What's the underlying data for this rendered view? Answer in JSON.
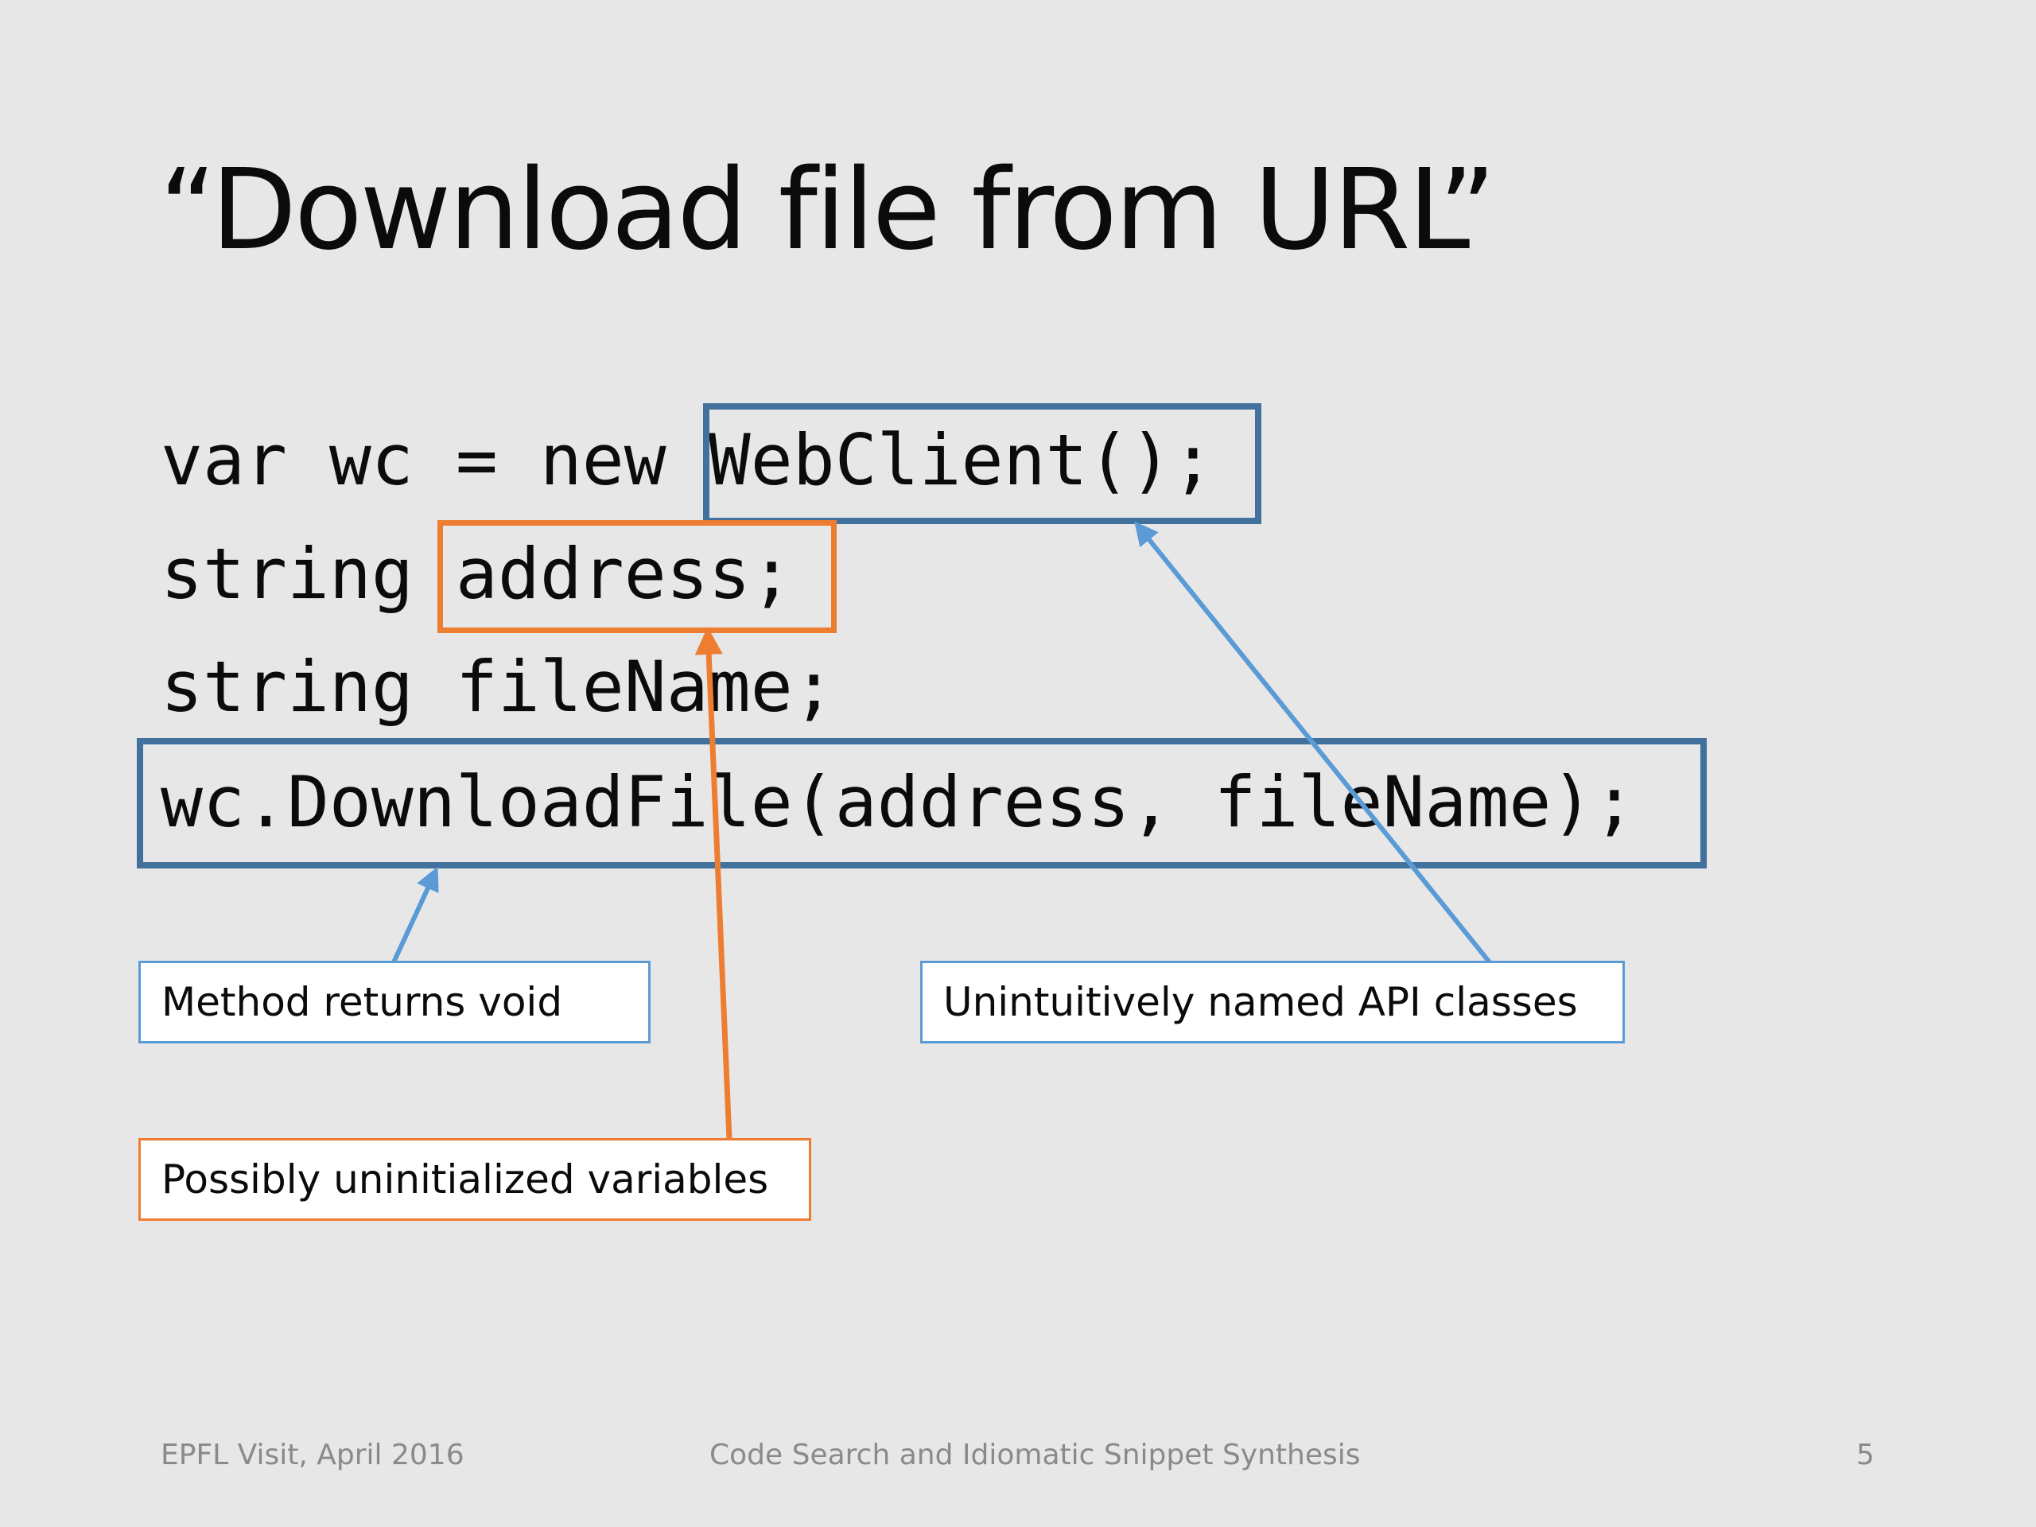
{
  "slide": {
    "title": "“Download file from URL”",
    "code_lines": [
      "var wc = new WebClient();",
      "string address;",
      "string fileName;",
      "wc.DownloadFile(address, fileName);"
    ],
    "callouts": {
      "method": "Method returns void",
      "api": "Unintuitively named API classes",
      "vars": "Possibly uninitialized variables"
    },
    "footer": {
      "left": "EPFL Visit, April 2016",
      "center": "Code Search and Idiomatic Snippet Synthesis",
      "page_number": "5"
    }
  },
  "colors": {
    "background": "#e7e7e7",
    "blue_box": "#41719c",
    "blue_arrow": "#5b9bd5",
    "orange": "#ed7d31"
  }
}
